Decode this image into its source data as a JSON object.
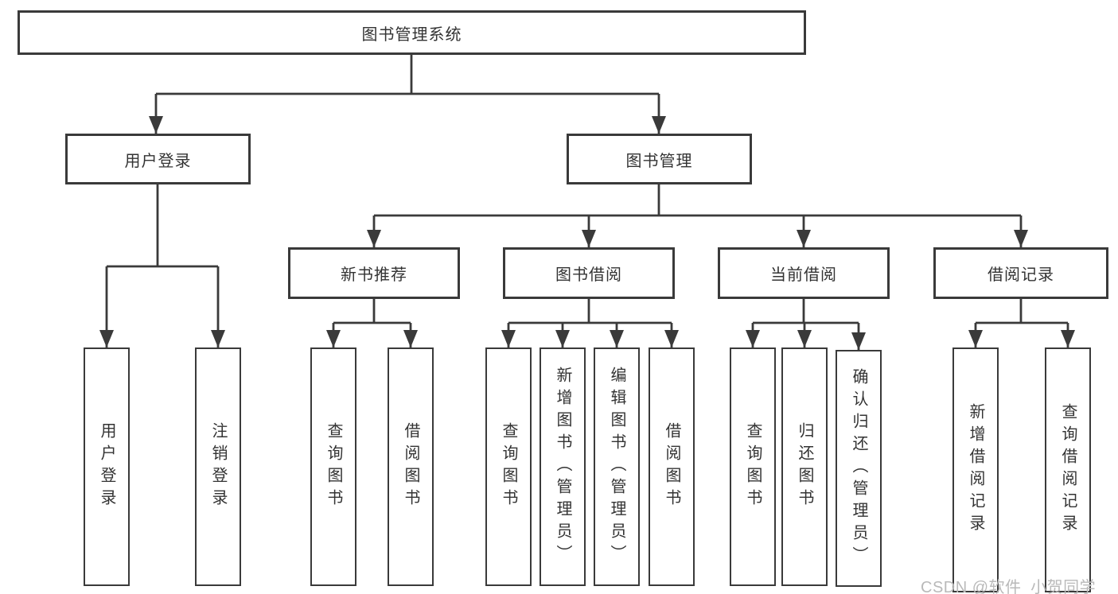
{
  "tree": {
    "root": "图书管理系统",
    "branches": [
      {
        "label": "用户登录",
        "children": [
          "用户登录",
          "注销登录"
        ]
      },
      {
        "label": "图书管理",
        "sections": [
          {
            "label": "新书推荐",
            "children": [
              "查询图书",
              "借阅图书"
            ]
          },
          {
            "label": "图书借阅",
            "children": [
              "查询图书",
              "新增图书（管理员）",
              "编辑图书（管理员）",
              "借阅图书"
            ]
          },
          {
            "label": "当前借阅",
            "children": [
              "查询图书",
              "归还图书",
              "确认归还（管理员）"
            ]
          },
          {
            "label": "借阅记录",
            "children": [
              "新增借阅记录",
              "查询借阅记录"
            ]
          }
        ]
      }
    ]
  },
  "watermark": {
    "text": "CSDN @软件_小贺同学"
  },
  "colors": {
    "line": "#3a3a3a",
    "text": "#333333",
    "watermark": "#b9b9b9",
    "background": "#ffffff"
  }
}
